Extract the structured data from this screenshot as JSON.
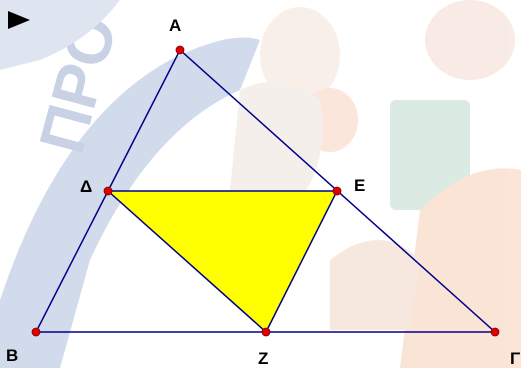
{
  "controls": {
    "play_icon": "play-triangle-icon"
  },
  "background": {
    "description_icon": "faded-classroom-illustration"
  },
  "figure": {
    "colors": {
      "lines": "#00008b",
      "fill": "#ffff00",
      "points": "#e00000",
      "labels": "#000000",
      "play": "#000000"
    },
    "points": {
      "A": {
        "label": "Α"
      },
      "B": {
        "label": "Β"
      },
      "G": {
        "label": "Γ"
      },
      "D": {
        "label": "Δ"
      },
      "E": {
        "label": "Ε"
      },
      "Z": {
        "label": "Ζ"
      }
    },
    "big_triangle": [
      "A",
      "B",
      "G"
    ],
    "medial_triangle": [
      "D",
      "E",
      "Z"
    ]
  }
}
